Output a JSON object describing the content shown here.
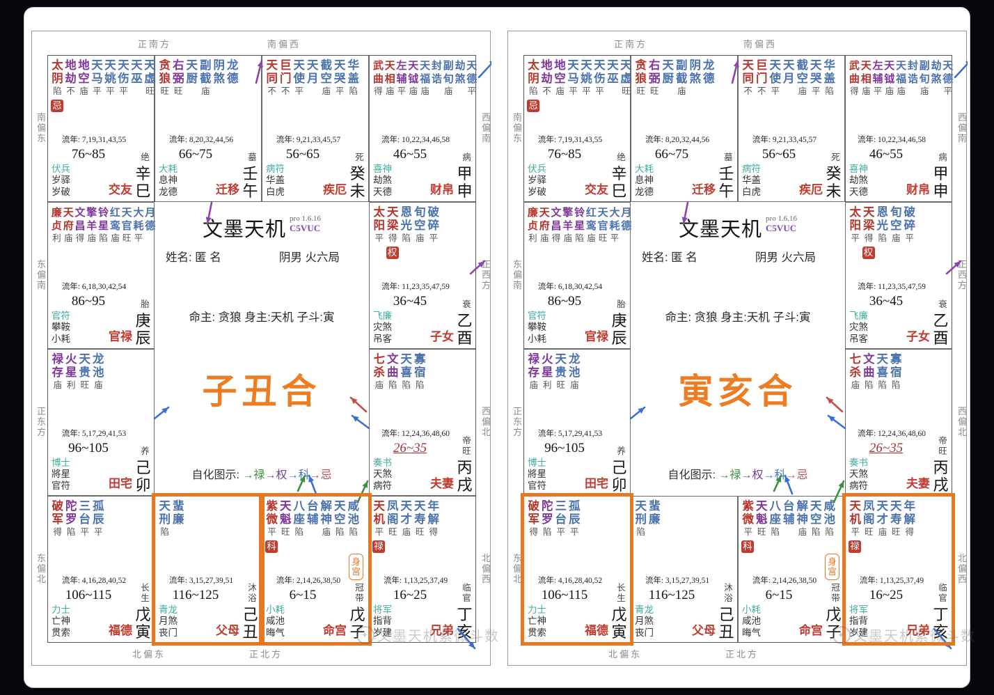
{
  "header": {
    "brand": "文墨天机",
    "version": "pro 1.6.16",
    "code": "C5VUC"
  },
  "profile": {
    "name_line": "姓名: 匿 名",
    "gender_line": "阴男 火六局",
    "master_line": "命主: 贪狼 身主:天机 子斗:寅"
  },
  "zihua": {
    "label": "自化图示:",
    "items": [
      {
        "text": "→禄",
        "color": "#3e8e41"
      },
      {
        "text": "→权",
        "color": "#7d3c98"
      },
      {
        "text": "→科",
        "color": "#3f78c3"
      },
      {
        "text": "→忌",
        "color": "#c0504d"
      }
    ]
  },
  "directions": {
    "top": [
      "正南方",
      "南偏西"
    ],
    "bottom": [
      "北偏东",
      "正北方"
    ],
    "left": [
      "南偏东",
      "东偏南",
      "正东方",
      "东偏北"
    ],
    "right": [
      "西偏南",
      "正西方",
      "西偏北",
      "北偏西"
    ]
  },
  "watermark": "文墨天机紫微斗数",
  "charts": [
    {
      "id": "left",
      "center_text": "子丑合",
      "highlight_branches": [
        "丑",
        "子"
      ]
    },
    {
      "id": "right",
      "center_text": "寅亥合",
      "highlight_branches": [
        "寅",
        "亥"
      ]
    }
  ],
  "palaces": [
    {
      "branch": "巳",
      "row": 0,
      "col": 0,
      "stars": [
        [
          "太阴",
          "m",
          "陷"
        ],
        [
          "地劫",
          "a",
          "不"
        ],
        [
          "地空",
          "a",
          "庙"
        ],
        [
          "天马",
          "b",
          "平"
        ],
        [
          "天姚",
          "b",
          "平"
        ],
        [
          "天伤",
          "b",
          "平"
        ],
        [
          "天巫",
          "b",
          ""
        ],
        [
          "天虚",
          "b",
          "旺"
        ]
      ],
      "badge": "忌",
      "badge_col": 0,
      "liunian": "流年: 7,19,31,43,55",
      "gods": [
        "伏兵",
        "岁驿",
        "岁破"
      ],
      "range": "76~85",
      "range_hl": false,
      "changsheng": "绝",
      "palace_name": "交友",
      "stem_branch": "辛巳"
    },
    {
      "branch": "午",
      "row": 0,
      "col": 1,
      "stars": [
        [
          "贪狼",
          "m",
          "旺"
        ],
        [
          "右弼",
          "a",
          "旺"
        ],
        [
          "天厨",
          "b",
          ""
        ],
        [
          "副截",
          "b",
          "庙"
        ],
        [
          "阴煞",
          "b",
          ""
        ],
        [
          "龙德",
          "b",
          ""
        ]
      ],
      "badge": "",
      "badge_col": 0,
      "liunian": "流年: 8,20,32,44,56",
      "gods": [
        "大耗",
        "息神",
        "龙德"
      ],
      "range": "66~75",
      "range_hl": false,
      "changsheng": "墓",
      "palace_name": "迁移",
      "stem_branch": "壬午"
    },
    {
      "branch": "未",
      "row": 0,
      "col": 2,
      "stars": [
        [
          "天同",
          "m",
          "不"
        ],
        [
          "巨门",
          "m",
          "不"
        ],
        [
          "天使",
          "b",
          "平"
        ],
        [
          "天月",
          "b",
          ""
        ],
        [
          "截空",
          "b",
          "庙"
        ],
        [
          "天哭",
          "b",
          "平"
        ],
        [
          "华盖",
          "b",
          "陷"
        ]
      ],
      "badge": "",
      "badge_col": 0,
      "liunian": "流年: 9,21,33,45,57",
      "gods": [
        "病符",
        "华盖",
        "白虎"
      ],
      "range": "56~65",
      "range_hl": false,
      "changsheng": "死",
      "palace_name": "疾厄",
      "stem_branch": "癸未"
    },
    {
      "branch": "申",
      "row": 0,
      "col": 3,
      "stars": [
        [
          "武曲",
          "m",
          "得"
        ],
        [
          "天相",
          "m",
          "庙"
        ],
        [
          "左辅",
          "a",
          "平"
        ],
        [
          "天钺",
          "a",
          "庙"
        ],
        [
          "天福",
          "b",
          "庙"
        ],
        [
          "封诰",
          "b",
          ""
        ],
        [
          "副旬",
          "b",
          "庙"
        ],
        [
          "劫煞",
          "b",
          ""
        ],
        [
          "天德",
          "b",
          "平"
        ]
      ],
      "badge": "",
      "badge_col": 0,
      "liunian": "流年: 10,22,34,46,58",
      "gods": [
        "喜神",
        "劫煞",
        "天德"
      ],
      "range": "46~55",
      "range_hl": false,
      "changsheng": "病",
      "palace_name": "财帛",
      "stem_branch": "甲申"
    },
    {
      "branch": "辰",
      "row": 1,
      "col": 0,
      "stars": [
        [
          "廉贞",
          "m",
          "利"
        ],
        [
          "天府",
          "m",
          "庙"
        ],
        [
          "文昌",
          "a",
          "得"
        ],
        [
          "擎羊",
          "a",
          "庙"
        ],
        [
          "铃星",
          "a",
          "陷"
        ],
        [
          "红鸾",
          "b",
          "庙"
        ],
        [
          "天官",
          "b",
          "旺"
        ],
        [
          "大耗",
          "b",
          "平"
        ],
        [
          "月德",
          "b",
          ""
        ]
      ],
      "badge": "",
      "badge_col": 0,
      "liunian": "流年: 6,18,30,42,54",
      "gods": [
        "官符",
        "攀鞍",
        "小耗"
      ],
      "range": "86~95",
      "range_hl": false,
      "changsheng": "胎",
      "palace_name": "官禄",
      "stem_branch": "庚辰"
    },
    {
      "branch": "酉",
      "row": 1,
      "col": 3,
      "stars": [
        [
          "太阳",
          "m",
          "平"
        ],
        [
          "天梁",
          "m",
          "得"
        ],
        [
          "恩光",
          "b",
          "陷"
        ],
        [
          "旬空",
          "b",
          "庙"
        ],
        [
          "破碎",
          "b",
          "平"
        ]
      ],
      "badge": "权",
      "badge_col": 1,
      "liunian": "流年: 11,23,35,47,59",
      "gods": [
        "飞廉",
        "灾煞",
        "吊客"
      ],
      "range": "36~45",
      "range_hl": false,
      "changsheng": "衰",
      "palace_name": "子女",
      "stem_branch": "乙酉"
    },
    {
      "branch": "卯",
      "row": 2,
      "col": 0,
      "stars": [
        [
          "禄存",
          "a",
          "庙"
        ],
        [
          "火星",
          "a",
          "利"
        ],
        [
          "天贵",
          "b",
          "旺"
        ],
        [
          "龙池",
          "b",
          "庙"
        ]
      ],
      "badge": "",
      "badge_col": 0,
      "liunian": "流年: 5,17,29,41,53",
      "gods": [
        "博士",
        "將星",
        "官符"
      ],
      "range": "96~105",
      "range_hl": false,
      "changsheng": "养",
      "palace_name": "田宅",
      "stem_branch": "己卯"
    },
    {
      "branch": "戌",
      "row": 2,
      "col": 3,
      "stars": [
        [
          "七杀",
          "m",
          "庙"
        ],
        [
          "文曲",
          "a",
          "陷"
        ],
        [
          "天喜",
          "b",
          "陷"
        ],
        [
          "寡宿",
          "b",
          "陷"
        ]
      ],
      "badge": "",
      "badge_col": 0,
      "liunian": "流年: 12,24,36,48,60",
      "gods": [
        "奏书",
        "天煞",
        "病符"
      ],
      "range": "26~35",
      "range_hl": true,
      "changsheng": "帝旺",
      "palace_name": "夫妻",
      "stem_branch": "丙戌"
    },
    {
      "branch": "寅",
      "row": 3,
      "col": 0,
      "stars": [
        [
          "破军",
          "m",
          "得"
        ],
        [
          "陀罗",
          "a",
          "陷"
        ],
        [
          "三台",
          "b",
          "平"
        ],
        [
          "孤辰",
          "b",
          "平"
        ]
      ],
      "badge": "",
      "badge_col": 0,
      "liunian": "流年: 4,16,28,40,52",
      "gods": [
        "力士",
        "亡神",
        "贯索"
      ],
      "range": "106~115",
      "range_hl": false,
      "changsheng": "长生",
      "palace_name": "福德",
      "stem_branch": "戊寅"
    },
    {
      "branch": "丑",
      "row": 3,
      "col": 1,
      "stars": [
        [
          "天刑",
          "b",
          "陷"
        ],
        [
          "蜚廉",
          "b",
          ""
        ]
      ],
      "badge": "",
      "badge_col": 0,
      "liunian": "流年: 3,15,27,39,51",
      "gods": [
        "青龙",
        "月煞",
        "丧门"
      ],
      "range": "116~125",
      "range_hl": false,
      "changsheng": "沐浴",
      "palace_name": "父母",
      "stem_branch": "己丑"
    },
    {
      "branch": "子",
      "row": 3,
      "col": 2,
      "stars": [
        [
          "紫微",
          "m",
          "平"
        ],
        [
          "天魁",
          "a",
          "旺"
        ],
        [
          "八座",
          "b",
          "陷"
        ],
        [
          "台辅",
          "b",
          ""
        ],
        [
          "解神",
          "b",
          "庙"
        ],
        [
          "天空",
          "b",
          "陷"
        ],
        [
          "咸池",
          "b",
          "陷"
        ]
      ],
      "badge": "科",
      "badge_col": 0,
      "body_palace": "身宫",
      "liunian": "流年: 2,14,26,38,50",
      "gods": [
        "小耗",
        "咸池",
        "晦气"
      ],
      "range": "6~15",
      "range_hl": false,
      "changsheng": "冠带",
      "palace_name": "命宫",
      "stem_branch": "戊子"
    },
    {
      "branch": "亥",
      "row": 3,
      "col": 3,
      "stars": [
        [
          "天机",
          "m",
          "平"
        ],
        [
          "凤阁",
          "b",
          "旺"
        ],
        [
          "天才",
          "b",
          "庙"
        ],
        [
          "天寿",
          "b",
          "旺"
        ],
        [
          "年解",
          "b",
          "得"
        ]
      ],
      "badge": "禄",
      "badge_col": 0,
      "liunian": "流年: 1,13,25,37,49",
      "gods": [
        "将军",
        "指背",
        "岁建"
      ],
      "range": "16~25",
      "range_hl": false,
      "changsheng": "临官",
      "palace_name": "兄弟",
      "stem_branch": "丁亥"
    }
  ]
}
